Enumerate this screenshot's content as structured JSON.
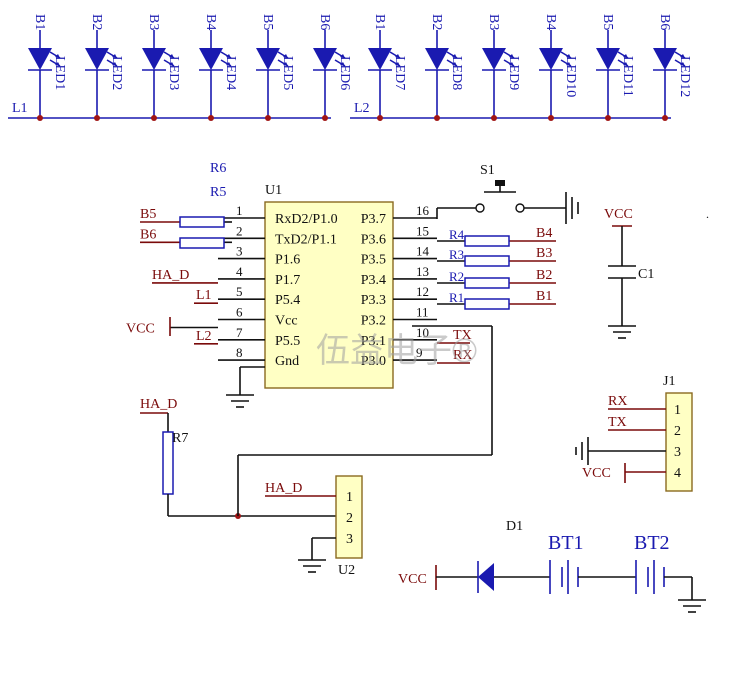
{
  "colors": {
    "wire": "#1a1ab0",
    "net": "#7a0a0a",
    "chip_fill": "#ffffc4"
  },
  "led_arrays": [
    {
      "bus": "L1",
      "drivers": [
        "B1",
        "B2",
        "B3",
        "B4",
        "B5",
        "B6"
      ],
      "leds": [
        "LED1",
        "LED2",
        "LED3",
        "LED4",
        "LED5",
        "LED6"
      ]
    },
    {
      "bus": "L2",
      "drivers": [
        "B1",
        "B2",
        "B3",
        "B4",
        "B5",
        "B6"
      ],
      "leds": [
        "LED7",
        "LED8",
        "LED9",
        "LED10",
        "LED11",
        "LED12"
      ]
    }
  ],
  "u1": {
    "ref": "U1",
    "left_pins": [
      {
        "num": "1",
        "name": "RxD2/P1.0",
        "net": "B5"
      },
      {
        "num": "2",
        "name": "TxD2/P1.1",
        "net": "B6"
      },
      {
        "num": "3",
        "name": "P1.6",
        "net": ""
      },
      {
        "num": "4",
        "name": "P1.7",
        "net": "HA_D"
      },
      {
        "num": "5",
        "name": "P5.4",
        "net": "L1"
      },
      {
        "num": "6",
        "name": "Vcc",
        "net": "VCC"
      },
      {
        "num": "7",
        "name": "P5.5",
        "net": "L2"
      },
      {
        "num": "8",
        "name": "Gnd",
        "net": ""
      }
    ],
    "right_pins": [
      {
        "num": "16",
        "name": "P3.7",
        "net": ""
      },
      {
        "num": "15",
        "name": "P3.6",
        "net": "B4"
      },
      {
        "num": "14",
        "name": "P3.5",
        "net": "B3"
      },
      {
        "num": "13",
        "name": "P3.4",
        "net": "B2"
      },
      {
        "num": "12",
        "name": "P3.3",
        "net": "B1"
      },
      {
        "num": "11",
        "name": "P3.2",
        "net": ""
      },
      {
        "num": "10",
        "name": "P3.1",
        "net": "TX"
      },
      {
        "num": "9",
        "name": "P3.0",
        "net": "RX"
      }
    ],
    "left_res": [
      "R6",
      "R5"
    ],
    "right_res": [
      "R4",
      "R3",
      "R2",
      "R1"
    ]
  },
  "s1": "S1",
  "c1": {
    "ref": "C1",
    "net": "VCC"
  },
  "j1": {
    "ref": "J1",
    "pins": [
      "1",
      "2",
      "3",
      "4"
    ],
    "nets": [
      "RX",
      "TX",
      "",
      "VCC"
    ]
  },
  "u2": {
    "ref": "U2",
    "pins": [
      "1",
      "2",
      "3"
    ],
    "net": "HA_D"
  },
  "r7": {
    "ref": "R7",
    "net": "HA_D"
  },
  "power": {
    "ref_d": "D1",
    "bt1": "BT1",
    "bt2": "BT2",
    "net": "VCC"
  },
  "watermark": "伍益电子®"
}
